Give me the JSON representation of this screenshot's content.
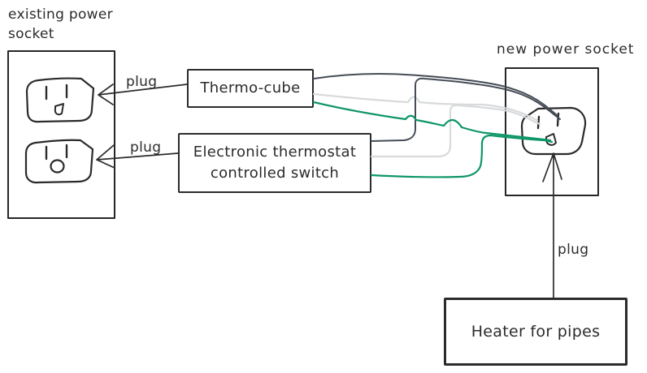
{
  "diagram": {
    "labels": {
      "existing_socket": "existing power socket",
      "new_socket": "new power socket",
      "plug_upper": "plug",
      "plug_lower": "plug",
      "plug_heater": "plug"
    },
    "nodes": {
      "thermo_cube": "Thermo-cube",
      "thermostat_switch": "Electronic thermostat controlled switch",
      "heater": "Heater for pipes"
    },
    "colors": {
      "ink": "#2b2b2b",
      "wire_dark": "#454c56",
      "wire_light": "#d8dadc",
      "wire_green": "#0e9668"
    }
  }
}
